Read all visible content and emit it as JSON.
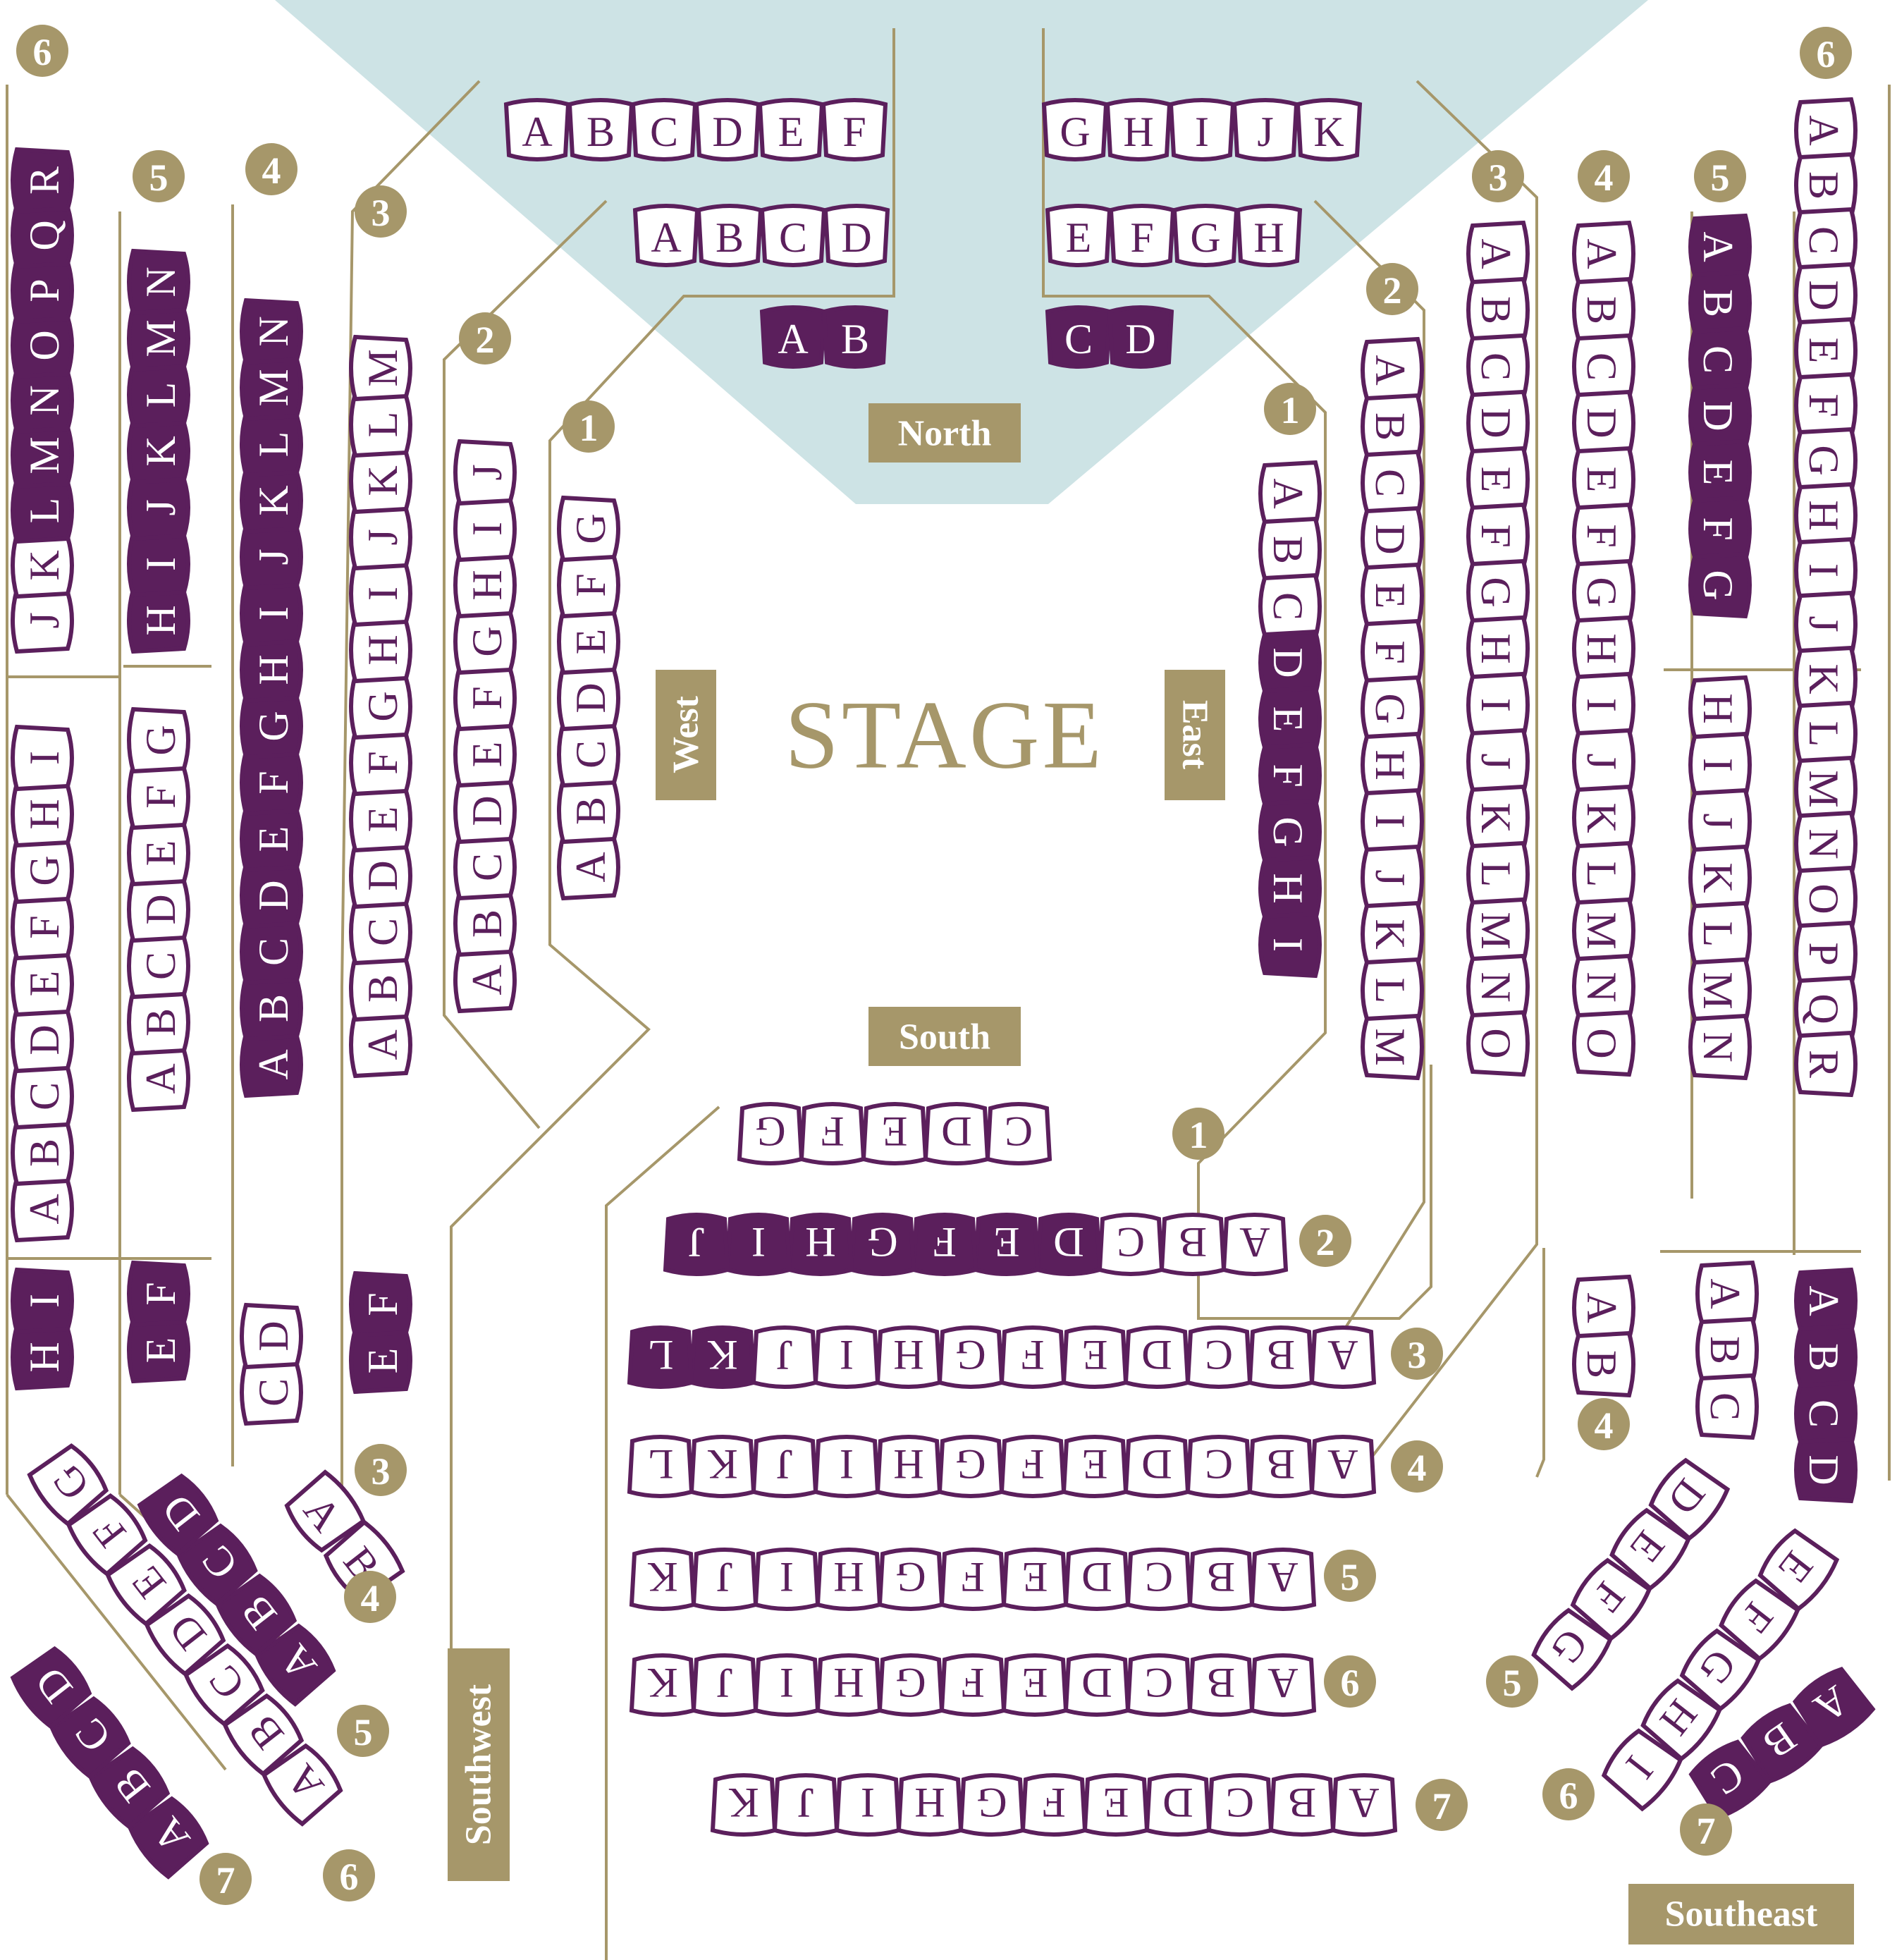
{
  "colors": {
    "purple": "#5b1f5c",
    "gold": "#a6976a",
    "aisle": "#a6976a",
    "north_fill": "#cde3e5",
    "white": "#ffffff"
  },
  "stage_label": "STAGE",
  "sections": {
    "north": "North",
    "south": "South",
    "west": "West",
    "east": "East",
    "southwest": "Southwest",
    "southeast": "Southeast"
  },
  "seat_rows": [
    {
      "name": "north-row-left-top",
      "seats": [
        "A",
        "B",
        "C",
        "D",
        "E",
        "F"
      ],
      "filled": []
    },
    {
      "name": "north-row-left-mid",
      "seats": [
        "A",
        "B",
        "C",
        "D"
      ],
      "filled": []
    },
    {
      "name": "north-row-left-front",
      "seats": [
        "A",
        "B"
      ],
      "filled": [
        0,
        1
      ]
    },
    {
      "name": "north-row-right-top",
      "seats": [
        "G",
        "H",
        "I",
        "J",
        "K"
      ],
      "filled": []
    },
    {
      "name": "north-row-right-mid",
      "seats": [
        "E",
        "F",
        "G",
        "H"
      ],
      "filled": []
    },
    {
      "name": "north-row-right-front",
      "seats": [
        "C",
        "D"
      ],
      "filled": [
        0,
        1
      ]
    },
    {
      "name": "west-row-1",
      "seats": [
        "A",
        "B",
        "C",
        "D",
        "E",
        "F",
        "G"
      ],
      "filled": []
    },
    {
      "name": "west-row-2",
      "seats": [
        "A",
        "B",
        "C",
        "D",
        "E",
        "F",
        "G",
        "H",
        "I",
        "J"
      ],
      "filled": []
    },
    {
      "name": "west-row-3",
      "seats": [
        "A",
        "B",
        "C",
        "D",
        "E",
        "F",
        "G",
        "H",
        "I",
        "J",
        "K",
        "L",
        "M"
      ],
      "filled": []
    },
    {
      "name": "west-row-3-rear",
      "seats": [
        "E",
        "F"
      ],
      "filled": [
        0,
        1
      ]
    },
    {
      "name": "west-row-4",
      "seats": [
        "A",
        "B",
        "C",
        "D",
        "E",
        "F",
        "G",
        "H",
        "I",
        "J",
        "K",
        "L",
        "M",
        "N"
      ],
      "filled": [
        0,
        1,
        2,
        3,
        4,
        5,
        6,
        7,
        8,
        9,
        10,
        11,
        12,
        13
      ]
    },
    {
      "name": "west-row-4-rear",
      "seats": [
        "C",
        "D"
      ],
      "filled": []
    },
    {
      "name": "west-row-5-front",
      "seats": [
        "A",
        "B",
        "C",
        "D",
        "E",
        "F",
        "G"
      ],
      "filled": []
    },
    {
      "name": "west-row-5-mid",
      "seats": [
        "H",
        "I",
        "J",
        "K",
        "L",
        "M",
        "N"
      ],
      "filled": [
        0,
        1,
        2,
        3,
        4,
        5,
        6
      ]
    },
    {
      "name": "west-row-5-rear",
      "seats": [
        "E",
        "F"
      ],
      "filled": [
        0,
        1
      ]
    },
    {
      "name": "west-row-6-front",
      "seats": [
        "A",
        "B",
        "C",
        "D",
        "E",
        "F",
        "G",
        "H",
        "I"
      ],
      "filled": []
    },
    {
      "name": "west-row-6-mid",
      "seats": [
        "J",
        "K",
        "L",
        "M",
        "N",
        "O",
        "P",
        "Q",
        "R"
      ],
      "filled": [
        2,
        3,
        4,
        5,
        6,
        7,
        8,
        9,
        10,
        11,
        12,
        13,
        14,
        15,
        16,
        17
      ]
    },
    {
      "name": "west-row-6-rear",
      "seats": [
        "H",
        "I"
      ],
      "filled": [
        0,
        1
      ]
    },
    {
      "name": "southwest-row-4",
      "seats": [
        "A",
        "B"
      ],
      "filled": []
    },
    {
      "name": "southwest-row-5",
      "seats": [
        "A",
        "B",
        "C",
        "D"
      ],
      "filled": [
        0,
        1,
        2,
        3
      ]
    },
    {
      "name": "southwest-row-6",
      "seats": [
        "A",
        "B",
        "C",
        "D",
        "E",
        "F",
        "G"
      ],
      "filled": []
    },
    {
      "name": "southwest-row-7",
      "seats": [
        "A",
        "B",
        "C",
        "D"
      ],
      "filled": [
        0,
        1,
        2,
        3
      ]
    },
    {
      "name": "south-row-1",
      "seats": [
        "C",
        "D",
        "E",
        "F",
        "G"
      ],
      "filled": []
    },
    {
      "name": "south-row-2",
      "seats": [
        "A",
        "B",
        "C",
        "D",
        "E",
        "F",
        "G",
        "H",
        "I",
        "J"
      ],
      "filled": [
        3,
        4,
        5,
        6,
        7,
        8,
        9
      ]
    },
    {
      "name": "south-row-3",
      "seats": [
        "A",
        "B",
        "C",
        "D",
        "E",
        "F",
        "G",
        "H",
        "I",
        "J",
        "K",
        "L"
      ],
      "filled": [
        10,
        11
      ]
    },
    {
      "name": "south-row-4",
      "seats": [
        "A",
        "B",
        "C",
        "D",
        "E",
        "F",
        "G",
        "H",
        "I",
        "J",
        "K",
        "L"
      ],
      "filled": []
    },
    {
      "name": "south-row-5",
      "seats": [
        "A",
        "B",
        "C",
        "D",
        "E",
        "F",
        "G",
        "H",
        "I",
        "J",
        "K"
      ],
      "filled": []
    },
    {
      "name": "south-row-6",
      "seats": [
        "A",
        "B",
        "C",
        "D",
        "E",
        "F",
        "G",
        "H",
        "I",
        "J",
        "K"
      ],
      "filled": []
    },
    {
      "name": "south-row-7",
      "seats": [
        "A",
        "B",
        "C",
        "D",
        "E",
        "F",
        "G",
        "H",
        "I",
        "J",
        "K"
      ],
      "filled": []
    },
    {
      "name": "east-row-1",
      "seats": [
        "A",
        "B",
        "C",
        "D",
        "E",
        "F",
        "G",
        "H",
        "I"
      ],
      "filled": [
        3,
        4,
        5,
        6,
        7,
        8
      ]
    },
    {
      "name": "east-row-2",
      "seats": [
        "A",
        "B",
        "C",
        "D",
        "E",
        "F",
        "G",
        "H",
        "I",
        "J",
        "K",
        "L",
        "M"
      ],
      "filled": []
    },
    {
      "name": "east-row-3",
      "seats": [
        "A",
        "B",
        "C",
        "D",
        "E",
        "F",
        "G",
        "H",
        "I",
        "J",
        "K",
        "L",
        "M",
        "N",
        "O"
      ],
      "filled": []
    },
    {
      "name": "east-row-4",
      "seats": [
        "A",
        "B",
        "C",
        "D",
        "E",
        "F",
        "G",
        "H",
        "I",
        "J",
        "K",
        "L",
        "M",
        "N",
        "O"
      ],
      "filled": []
    },
    {
      "name": "east-row-4-rear",
      "seats": [
        "A",
        "B"
      ],
      "filled": []
    },
    {
      "name": "east-row-5-front",
      "seats": [
        "A",
        "B",
        "C",
        "D",
        "E",
        "F",
        "G"
      ],
      "filled": [
        0,
        1,
        2,
        3,
        4,
        5,
        6
      ]
    },
    {
      "name": "east-row-5-mid",
      "seats": [
        "H",
        "I",
        "J",
        "K",
        "L",
        "M",
        "N"
      ],
      "filled": []
    },
    {
      "name": "east-row-5-rear",
      "seats": [
        "A",
        "B",
        "C"
      ],
      "filled": []
    },
    {
      "name": "east-row-6-front",
      "seats": [
        "A",
        "B",
        "C",
        "D",
        "E",
        "F",
        "G",
        "H",
        "I"
      ],
      "filled": []
    },
    {
      "name": "east-row-6-mid",
      "seats": [
        "J",
        "K",
        "L",
        "M",
        "N",
        "O",
        "P",
        "Q",
        "R"
      ],
      "filled": []
    },
    {
      "name": "east-row-6-rear",
      "seats": [
        "A",
        "B",
        "C",
        "D"
      ],
      "filled": [
        0,
        1,
        2,
        3
      ]
    },
    {
      "name": "southeast-row-5",
      "seats": [
        "D",
        "E",
        "F",
        "G"
      ],
      "filled": []
    },
    {
      "name": "southeast-row-6",
      "seats": [
        "E",
        "F",
        "G",
        "H",
        "I"
      ],
      "filled": []
    },
    {
      "name": "southeast-row-7",
      "seats": [
        "A",
        "B",
        "C"
      ],
      "filled": [
        0,
        1,
        2
      ]
    }
  ],
  "row_numbers": [
    {
      "name": "west-row-number-1",
      "label": "1"
    },
    {
      "name": "west-row-number-2",
      "label": "2"
    },
    {
      "name": "west-row-number-3",
      "label": "3"
    },
    {
      "name": "west-row-number-4",
      "label": "4"
    },
    {
      "name": "west-row-number-5",
      "label": "5"
    },
    {
      "name": "west-row-number-6",
      "label": "6"
    },
    {
      "name": "west-rear-number-3",
      "label": "3"
    },
    {
      "name": "southwest-row-number-4",
      "label": "4"
    },
    {
      "name": "southwest-row-number-5",
      "label": "5"
    },
    {
      "name": "southwest-row-number-6",
      "label": "6"
    },
    {
      "name": "southwest-row-number-7",
      "label": "7"
    },
    {
      "name": "south-row-number-1",
      "label": "1"
    },
    {
      "name": "south-row-number-2",
      "label": "2"
    },
    {
      "name": "south-row-number-3",
      "label": "3"
    },
    {
      "name": "south-row-number-4",
      "label": "4"
    },
    {
      "name": "south-row-number-5",
      "label": "5"
    },
    {
      "name": "south-row-number-6",
      "label": "6"
    },
    {
      "name": "south-row-number-7",
      "label": "7"
    },
    {
      "name": "east-row-number-1",
      "label": "1"
    },
    {
      "name": "east-row-number-2",
      "label": "2"
    },
    {
      "name": "east-row-number-3",
      "label": "3"
    },
    {
      "name": "east-row-number-4",
      "label": "4"
    },
    {
      "name": "east-row-number-5",
      "label": "5"
    },
    {
      "name": "east-row-number-6",
      "label": "6"
    },
    {
      "name": "east-rear-number-4",
      "label": "4"
    },
    {
      "name": "southeast-row-number-5",
      "label": "5"
    },
    {
      "name": "southeast-row-number-6",
      "label": "6"
    },
    {
      "name": "southeast-row-number-7",
      "label": "7"
    }
  ]
}
